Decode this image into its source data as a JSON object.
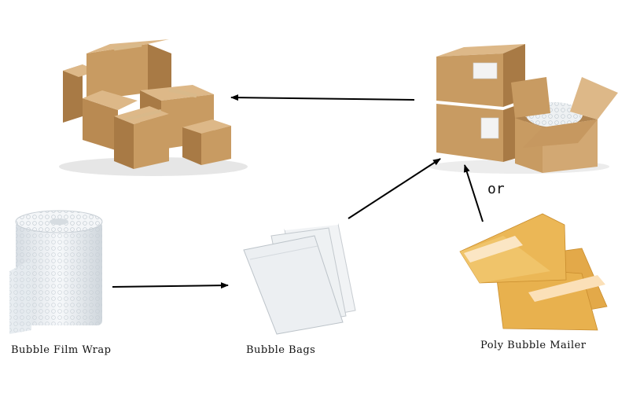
{
  "labels": {
    "film": "Bubble Film Wrap",
    "bags": "Bubble Bags",
    "mailer": "Poly Bubble Mailer",
    "or": "or"
  },
  "colors": {
    "cardboard": "#c89b62",
    "cardboard_dark": "#a87a45",
    "cardboard_light": "#ddb888",
    "tape": "#d9b98a",
    "kraft": "#e8b14e",
    "bubble": "#e9eef2",
    "arrow": "#000000"
  }
}
